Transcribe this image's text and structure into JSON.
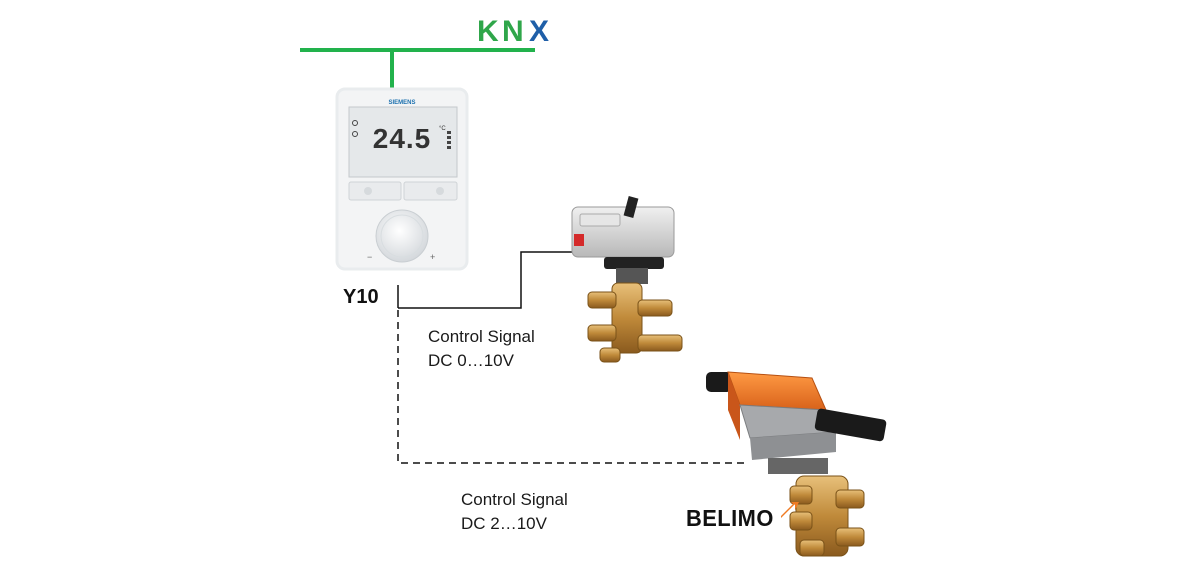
{
  "logos": {
    "knx": {
      "k": "K",
      "n": "N",
      "x": "X"
    },
    "siemens": "SIEMENS",
    "belimo": "BELIMO"
  },
  "thermostat": {
    "label": "Y10",
    "display_reading": "24.5",
    "display_unit": "°C",
    "knob_minus": "−",
    "knob_plus": "+"
  },
  "signals": [
    {
      "line1": "Control Signal",
      "line2": "DC 0…10V",
      "line_style": "solid"
    },
    {
      "line1": "Control Signal",
      "line2": "DC 2…10V",
      "line_style": "dashed"
    }
  ],
  "colors": {
    "bus_green": "#22b24c",
    "knx_green": "#2fa64a",
    "knx_blue": "#1f5fa8",
    "belimo_orange": "#f07b22",
    "brass": "#c08a3a"
  }
}
